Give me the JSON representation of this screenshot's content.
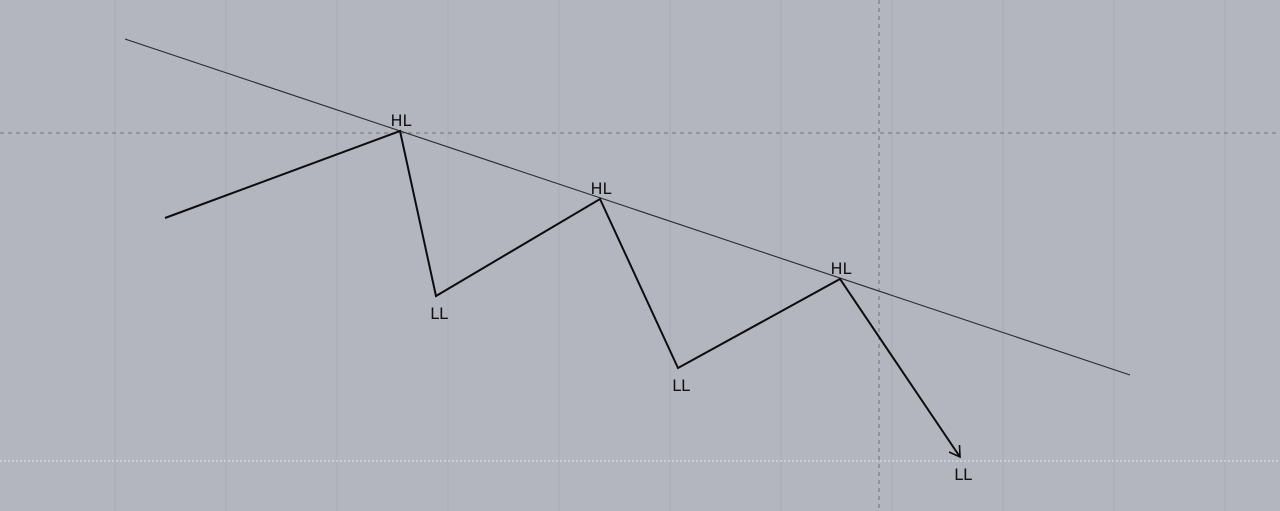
{
  "chart_data": {
    "type": "line",
    "title": "",
    "xlabel": "",
    "ylabel": "",
    "grid": "vertical lines",
    "series": [
      {
        "points": [
          {
            "x": 1.65,
            "y": 2.93
          },
          {
            "x": 4.0,
            "y": 3.8,
            "label": "HL"
          },
          {
            "x": 4.36,
            "y": 2.15,
            "label": "LL"
          },
          {
            "x": 6.0,
            "y": 3.12,
            "label": "HL"
          },
          {
            "x": 6.78,
            "y": 1.43,
            "label": "LL"
          },
          {
            "x": 8.4,
            "y": 2.32,
            "label": "HL"
          },
          {
            "x": 9.6,
            "y": 0.54,
            "label": "LL",
            "arrow": true
          }
        ]
      }
    ],
    "trendline": {
      "from": {
        "x": 1.25,
        "y": 4.72
      },
      "to": {
        "x": 11.3,
        "y": 1.36
      }
    },
    "crosshair": {
      "x": 8.79,
      "y": 3.78
    },
    "baseline_y": 0.5
  },
  "colors": {
    "background": "#b3b5bf",
    "zigzag": "#0d0d10",
    "trendline": "#2b2b30"
  }
}
